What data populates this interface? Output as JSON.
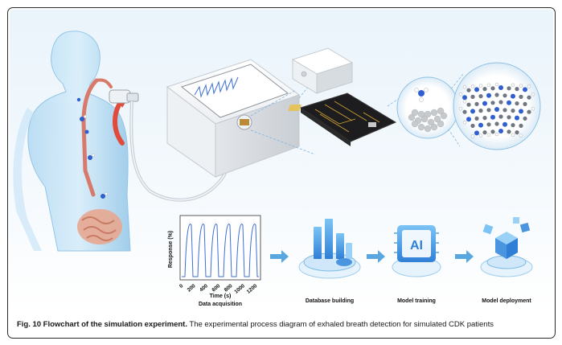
{
  "caption": {
    "label": "Fig. 10 Flowchart of the simulation experiment.",
    "text": " The experimental process diagram of exhaled breath detection for simulated CDK patients"
  },
  "steps": [
    {
      "label": "Database building",
      "icon": "database-icon"
    },
    {
      "label": "Model training",
      "icon": "ai-chip-icon"
    },
    {
      "label": "Model deployment",
      "icon": "deployment-icon"
    }
  ],
  "acquisition_plot": {
    "ylabel": "Response (%)",
    "xlabel": "Time (s)",
    "title": "Data acquisition",
    "x_ticks": [
      "0",
      "200",
      "400",
      "600",
      "800",
      "1000",
      "1200"
    ],
    "pulses": 6
  },
  "colors": {
    "signal_line": "#3b6fd6",
    "arrow": "#5aa7e0",
    "flow_red": "#e04b3c",
    "background": "#eaf4fb"
  }
}
